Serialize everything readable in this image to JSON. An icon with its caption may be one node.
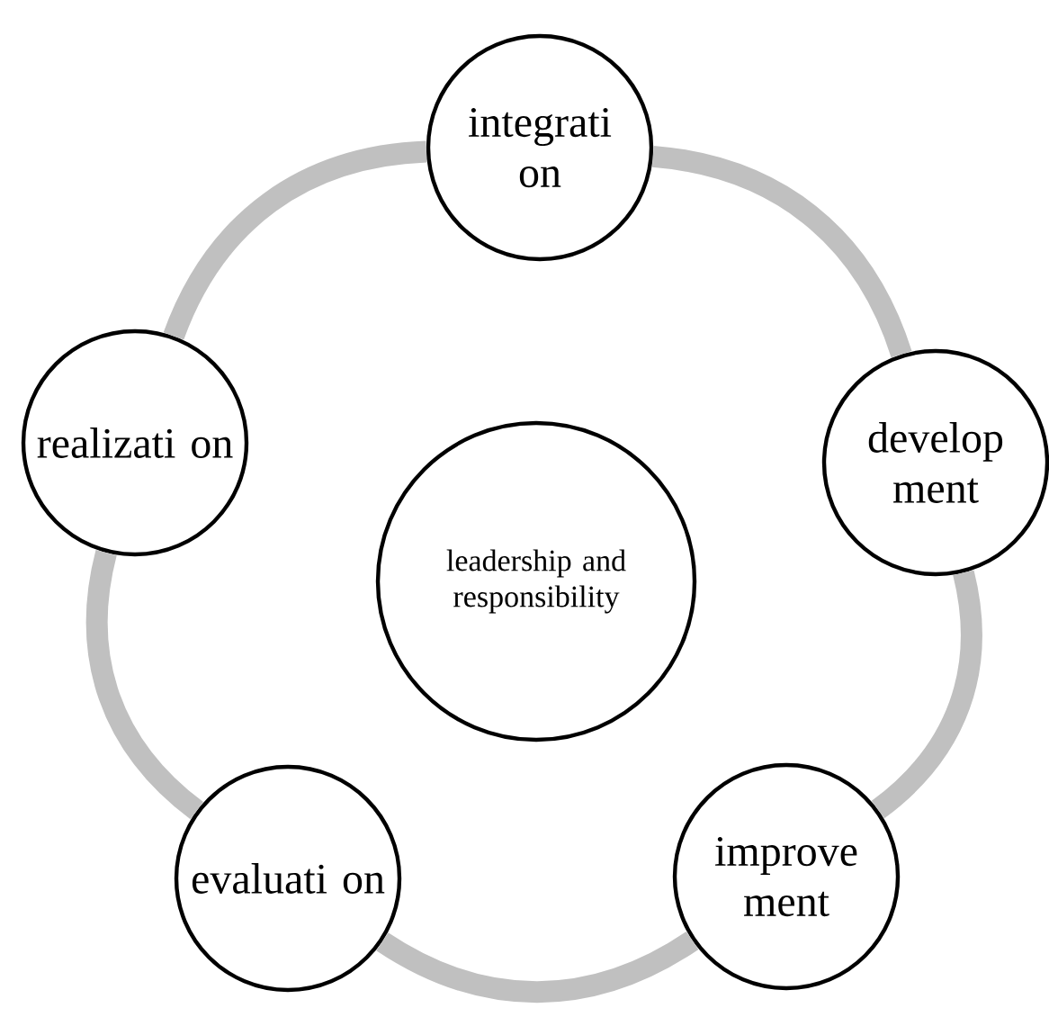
{
  "diagram": {
    "nodes": [
      {
        "text": [
          "integrati on"
        ]
      },
      {
        "text": [
          "realizati on"
        ]
      },
      {
        "text": [
          "develop ment"
        ]
      },
      {
        "text": [
          "leadership and responsibility"
        ]
      },
      {
        "text": [
          "evaluati on"
        ]
      },
      {
        "text": [
          "improve ment"
        ]
      }
    ],
    "edges": [
      {
        "from": 0,
        "to": 2,
        "arrow": "none"
      },
      {
        "from": 2,
        "to": 5,
        "arrow": "none"
      },
      {
        "from": 5,
        "to": 4,
        "arrow": "none"
      },
      {
        "from": 4,
        "to": 1,
        "arrow": "none"
      },
      {
        "from": 1,
        "to": 0,
        "arrow": "none"
      }
    ]
  }
}
